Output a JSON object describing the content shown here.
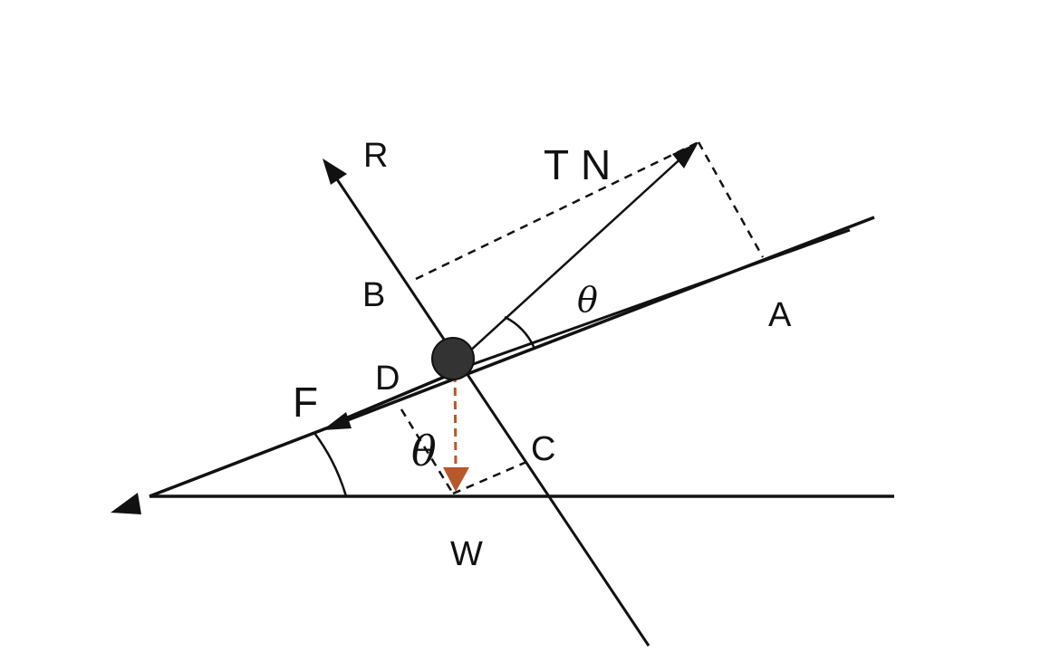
{
  "diagram": {
    "labels": {
      "R": "R",
      "T": "T",
      "N": "N",
      "B": "B",
      "A": "A",
      "D": "D",
      "F": "F",
      "C": "C",
      "W": "W",
      "theta_top": "θ",
      "theta_bottom": "θ"
    },
    "colors": {
      "line": "#111111",
      "weight_vector": "#b8572a",
      "particle": "#333333"
    }
  }
}
